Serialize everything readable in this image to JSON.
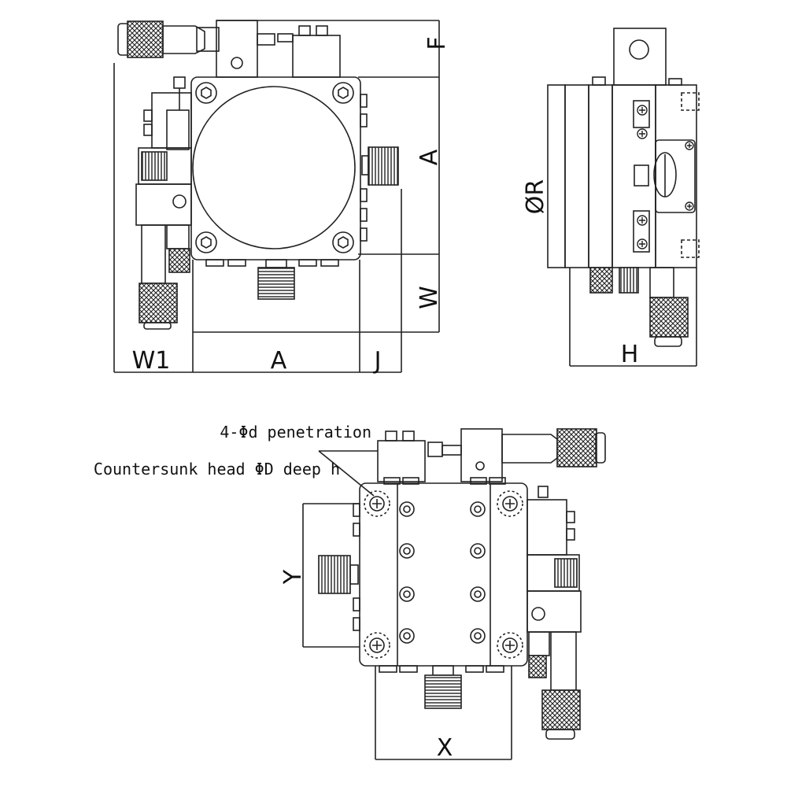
{
  "labels": {
    "top_view": {
      "F": "F",
      "A_right": "A",
      "W": "W",
      "W1": "W1",
      "A_bottom": "A",
      "J": "J"
    },
    "side_view": {
      "R": "ØR",
      "H": "H"
    },
    "bottom_view": {
      "Y": "Y",
      "X": "X",
      "note_holes": "4-Φd penetration",
      "note_countersunk": "Countersunk head ΦD deep h"
    }
  },
  "colors": {
    "stroke": "#222222",
    "background": "#ffffff"
  },
  "icons": {
    "micrometer": "micrometer-icon",
    "knurled_knob": "knurled-knob-icon",
    "hex_screw": "hex-screw-icon",
    "countersunk_hole": "countersunk-hole-icon"
  }
}
